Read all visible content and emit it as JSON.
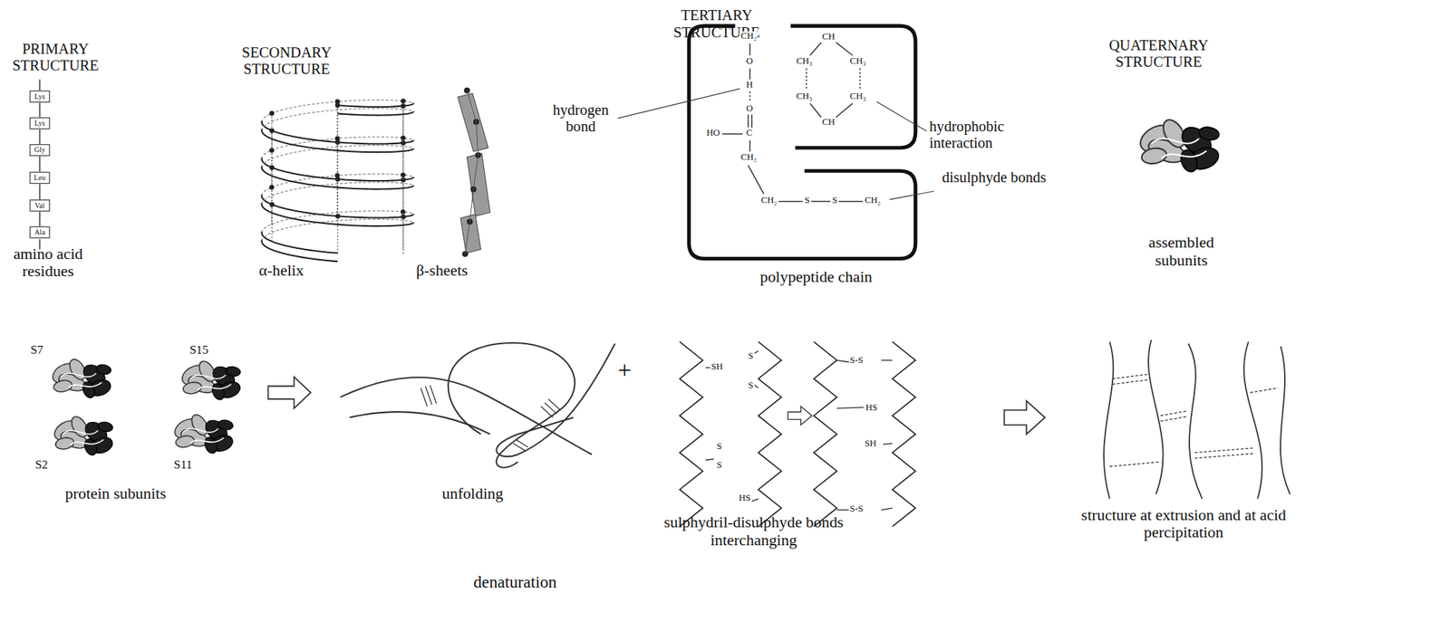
{
  "diagram": {
    "nodes": [
      {
        "text": [
          "Lys"
        ]
      },
      {
        "text": [
          "Lys"
        ]
      },
      {
        "text": [
          "Gly"
        ]
      },
      {
        "text": [
          "Leu"
        ]
      },
      {
        "text": [
          "Val"
        ]
      },
      {
        "text": [
          "Ala"
        ]
      }
    ],
    "edges": [
      {
        "from": 0,
        "to": 1,
        "arrow": "none"
      },
      {
        "from": 1,
        "to": 2,
        "arrow": "none"
      },
      {
        "from": 2,
        "to": 3,
        "arrow": "none"
      },
      {
        "from": 3,
        "to": 4,
        "arrow": "none"
      },
      {
        "from": 4,
        "to": 5,
        "arrow": "none"
      }
    ],
    "labels": [
      "PRIMARY STRUCTURE",
      "amino acid residues",
      "SECONDARY STRUCTURE",
      "α-helix",
      "β-sheets",
      "TERTIARY STRUCTURE",
      "hydrogen bond",
      "hydrophobic interaction",
      "disulphyde bonds",
      "polypeptide chain",
      "QUATERNARY STRUCTURE",
      "assembled subunits",
      "S7",
      "S15",
      "S2",
      "S11",
      "protein subunits",
      "unfolding",
      "+",
      "sulphydril-disulphyde bonds interchanging",
      "denaturation",
      "structure at extrusion and at acid percipitation",
      "CH₂",
      "O",
      "H",
      "O",
      "C",
      "HO",
      "CH₂",
      "CH₂",
      "S",
      "S",
      "CH₂",
      "CH",
      "CH₃",
      "CH₃",
      "CH₃",
      "CH₃",
      "CH",
      "SH",
      "S",
      "S",
      "S",
      "S",
      "HS",
      "S-S",
      "HS",
      "SH",
      "S-S"
    ]
  }
}
